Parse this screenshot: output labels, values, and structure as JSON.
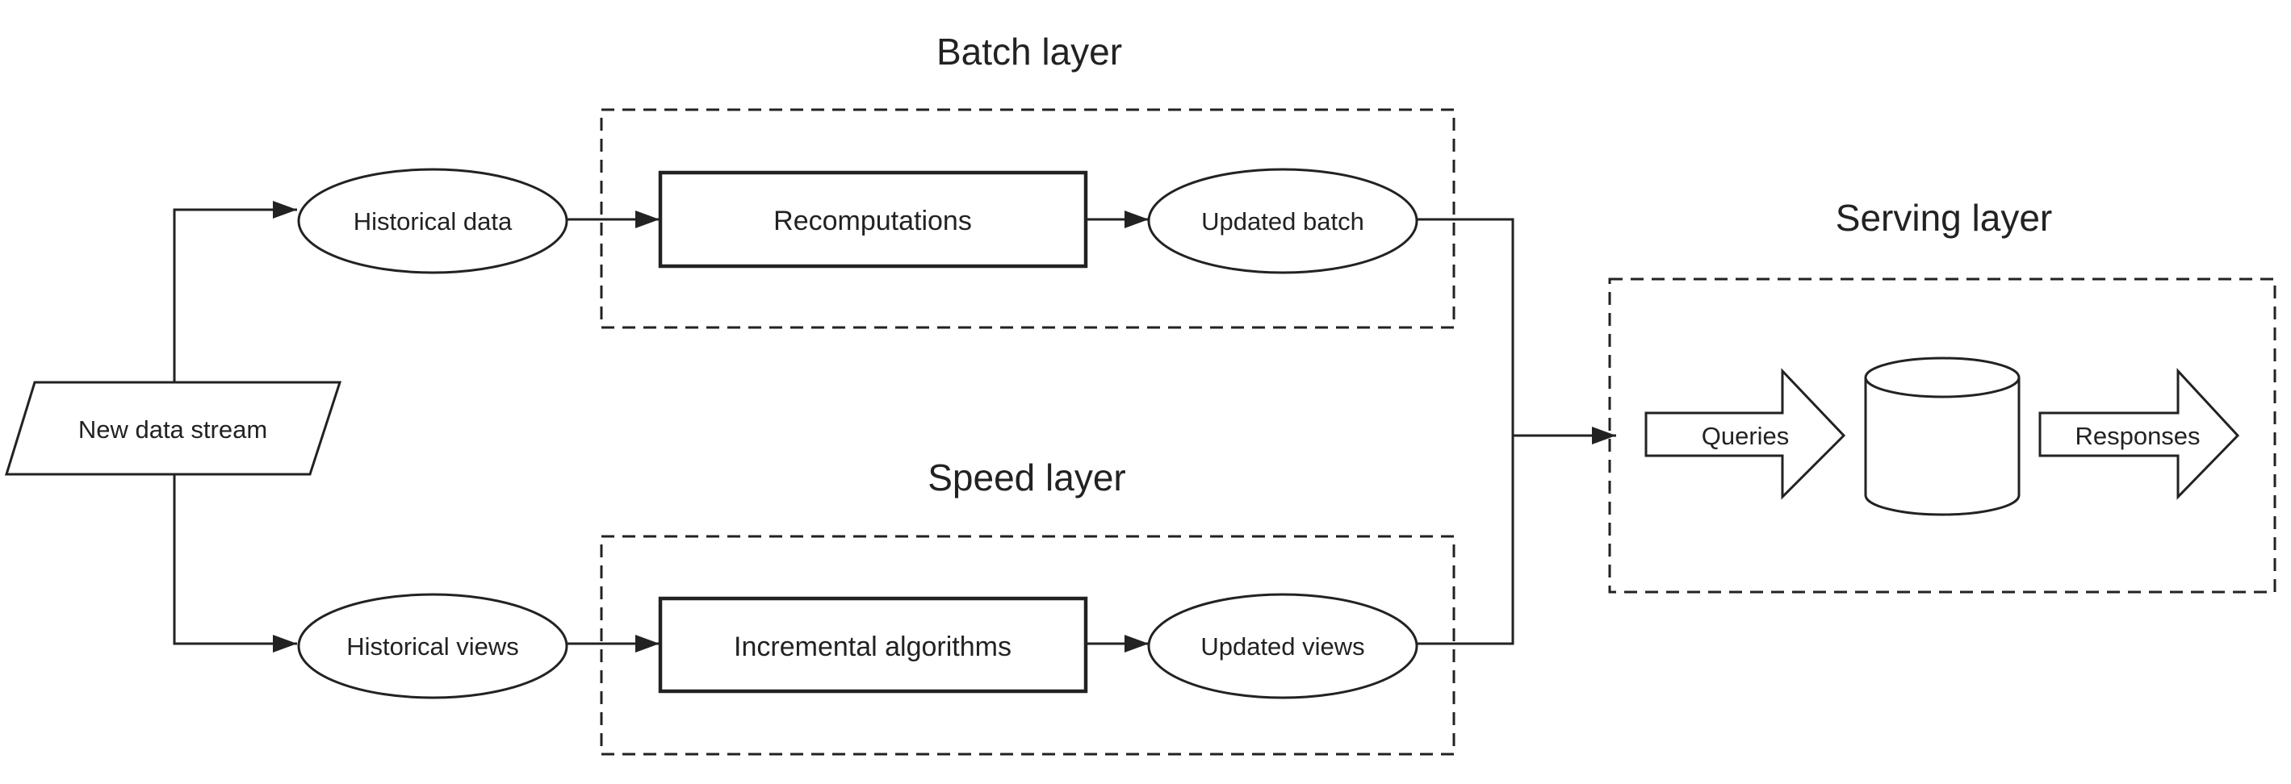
{
  "layers": {
    "batch": "Batch layer",
    "speed": "Speed layer",
    "serving": "Serving layer"
  },
  "nodes": {
    "new_data_stream": "New data stream",
    "historical_data": "Historical data",
    "recomputations": "Recomputations",
    "updated_batch": "Updated batch",
    "historical_views": "Historical views",
    "incremental_algorithms": "Incremental algorithms",
    "updated_views": "Updated views",
    "queries": "Queries",
    "responses": "Responses"
  },
  "icons": {
    "database": "database-cylinder-icon"
  }
}
